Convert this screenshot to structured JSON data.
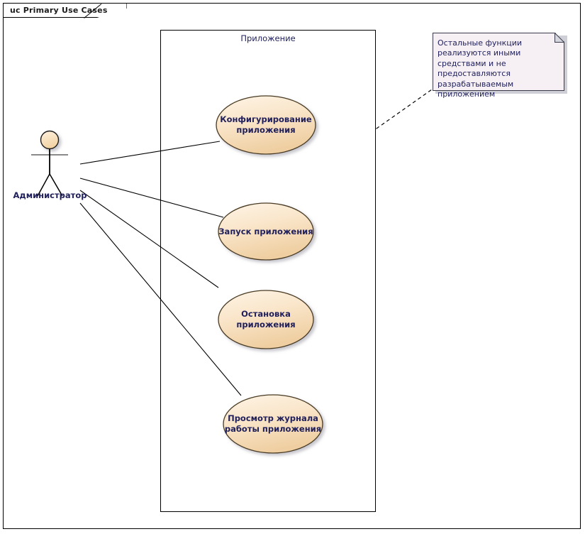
{
  "diagram": {
    "frame_title": "uc Primary Use Cases",
    "boundary_label": "Приложение",
    "actor": {
      "name": "Администратор",
      "icon": "stick-figure-actor-icon"
    },
    "use_cases": [
      {
        "id": "configure",
        "label_line1": "Конфигурирование",
        "label_line2": "приложения"
      },
      {
        "id": "start",
        "label_line1": "Запуск приложения",
        "label_line2": ""
      },
      {
        "id": "stop",
        "label_line1": "Остановка",
        "label_line2": "приложения"
      },
      {
        "id": "view-log",
        "label_line1": "Просмотр журнала",
        "label_line2": "работы приложения"
      }
    ],
    "note": {
      "text": "Остальные функции реализуются иными средствами и не предоставляются разрабатываемым приложением"
    },
    "colors": {
      "use_case_fill_top": "#fdf2e1",
      "use_case_fill_bottom": "#f2d7ae",
      "use_case_stroke": "#4a3a22",
      "actor_fill": "#fae3c0",
      "note_fill": "#f6f0f4",
      "note_stroke": "#3a3a4a",
      "text": "#20205c",
      "line": "#000000"
    }
  }
}
